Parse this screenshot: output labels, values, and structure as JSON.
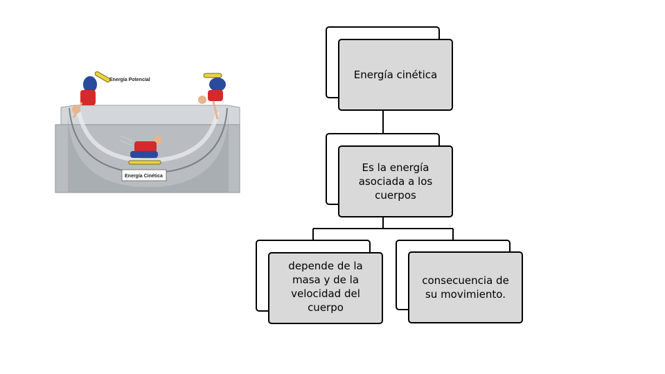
{
  "illustration": {
    "label_potential": "Energía Potencial",
    "label_kinetic": "Energía Cinética",
    "colors": {
      "ramp_top": "#cfd3d6",
      "ramp_side": "#a9adb1",
      "shirt": "#d42a2a",
      "pants": "#2a4a9e",
      "board": "#e8d443"
    }
  },
  "concept_map": {
    "root": {
      "label": "Energía cinética"
    },
    "definition": {
      "label": "Es la energía asociada a los cuerpos"
    },
    "left_leaf": {
      "label": "depende de la masa y de la velocidad del cuerpo"
    },
    "right_leaf": {
      "label": "consecuencia de su movimiento."
    }
  }
}
